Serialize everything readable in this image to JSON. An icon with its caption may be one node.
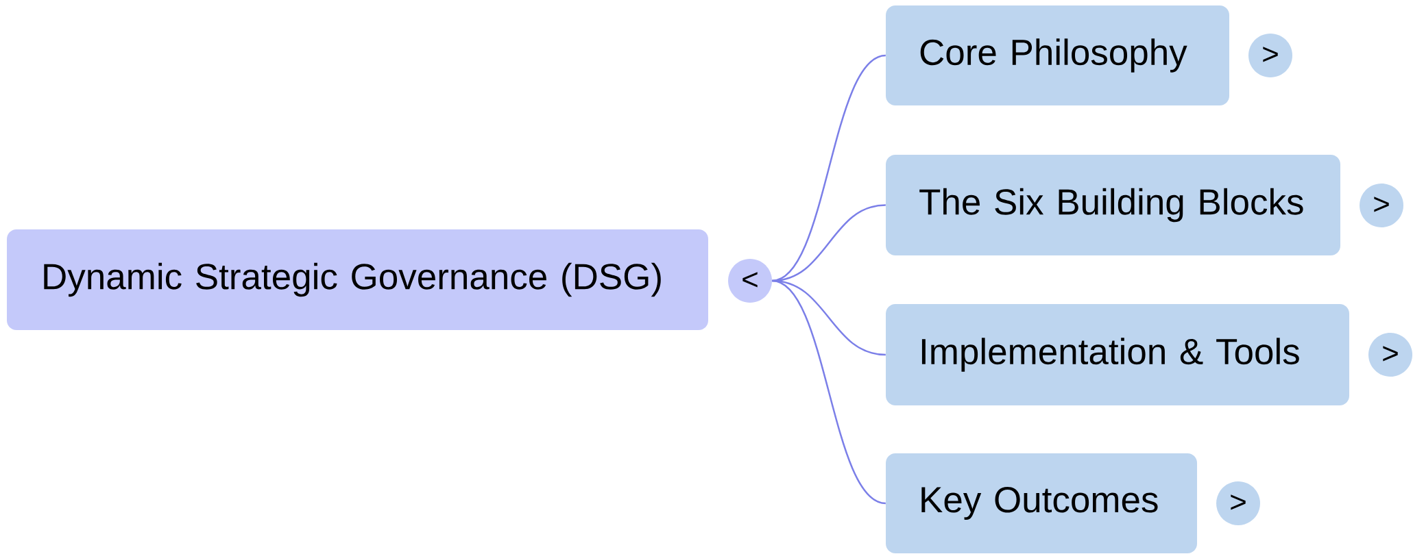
{
  "diagram": {
    "nodes": [
      {
        "text": [
          "Dynamic Strategic Governance (DSG)"
        ]
      },
      {
        "text": [
          "<"
        ]
      },
      {
        "text": [
          "Core Philosophy"
        ]
      },
      {
        "text": [
          ">"
        ]
      },
      {
        "text": [
          "The Six Building Blocks"
        ]
      },
      {
        "text": [
          ">"
        ]
      },
      {
        "text": [
          "Implementation & Tools"
        ]
      },
      {
        "text": [
          ">"
        ]
      },
      {
        "text": [
          "Key Outcomes"
        ]
      },
      {
        "text": [
          ">"
        ]
      }
    ],
    "edges": [
      {
        "from": 1,
        "to": 2,
        "arrow": "none"
      },
      {
        "from": 1,
        "to": 4,
        "arrow": "none"
      },
      {
        "from": 1,
        "to": 6,
        "arrow": "none"
      },
      {
        "from": 1,
        "to": 8,
        "arrow": "none"
      }
    ]
  }
}
